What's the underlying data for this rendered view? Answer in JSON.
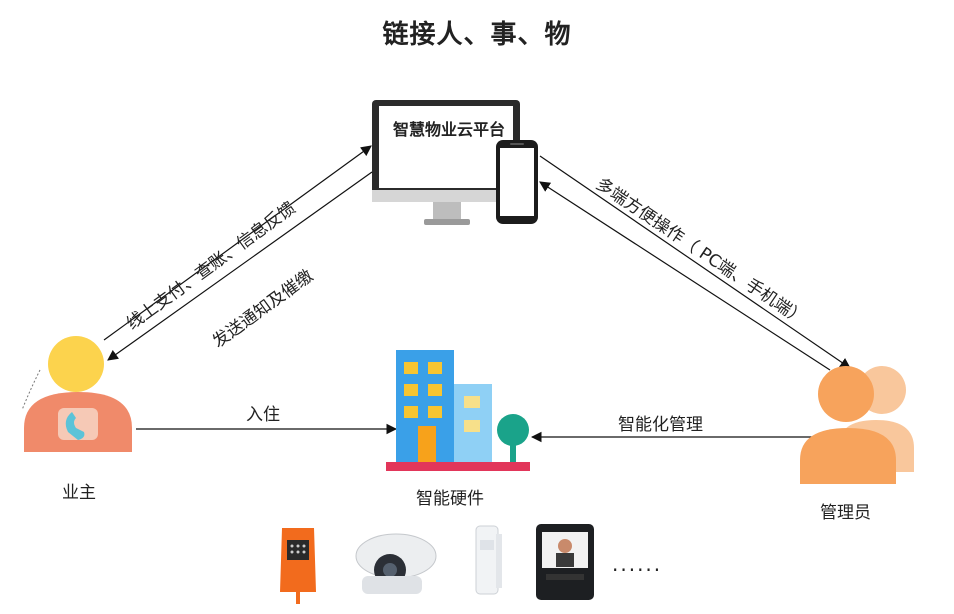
{
  "title": "链接人、事、物",
  "platform": {
    "label": "智慧物业云平台"
  },
  "arrows": {
    "owner_to_platform": "线上支付、查账、信息反馈",
    "platform_to_owner": "发送通知及催缴",
    "platform_to_manager": "多端方便操作（ PC端、手机端）",
    "owner_to_hardware": "入住",
    "manager_to_hardware": "智能化管理"
  },
  "nodes": {
    "owner": "业主",
    "hardware": "智能硬件",
    "manager": "管理员"
  },
  "devices": {
    "more": "......"
  },
  "colors": {
    "owner_head": "#fcd34d",
    "owner_body": "#f08a6a",
    "manager_body": "#f7a35c",
    "manager_head": "#f9c79c",
    "building_blue": "#3aa0e8",
    "building_light": "#8fd0f5",
    "tree": "#1aa38a",
    "base": "#e2365a"
  }
}
